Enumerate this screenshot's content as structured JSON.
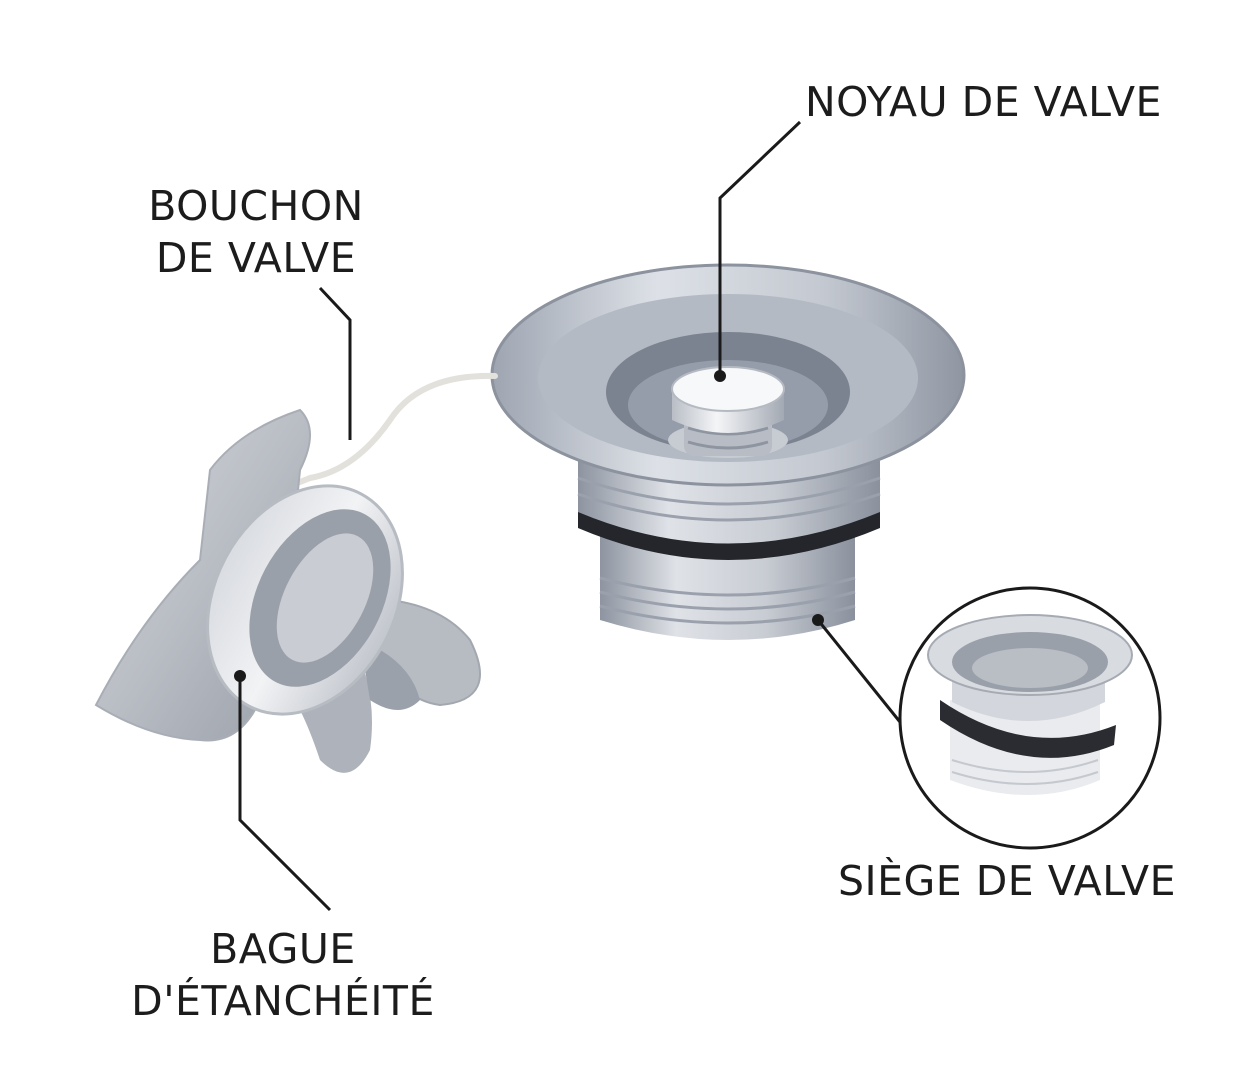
{
  "labels": {
    "bouchon_line1": "BOUCHON",
    "bouchon_line2": "DE VALVE",
    "noyau": "NOYAU DE VALVE",
    "siege": "SIÈGE DE VALVE",
    "bague_line1": "BAGUE",
    "bague_line2": "D'ÉTANCHÉITÉ"
  },
  "colors": {
    "metal_light": "#d6dae1",
    "metal_mid": "#aeb4bf",
    "metal_dark": "#7d8592",
    "seal_ring": "#24262b",
    "plastic": "#c6c9cf",
    "tether": "#ecebe6",
    "leader_line": "#1a1a1a"
  }
}
